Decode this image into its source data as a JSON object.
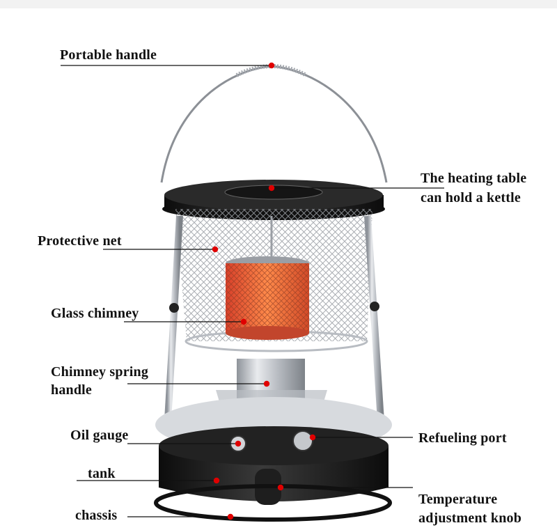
{
  "diagram": {
    "labels": {
      "portable_handle": "Portable handle",
      "heating_table_line1": "The heating table",
      "heating_table_line2": "can hold a kettle",
      "protective_net": "Protective net",
      "glass_chimney": "Glass chimney",
      "chimney_spring_line1": "Chimney spring",
      "chimney_spring_line2": "handle",
      "oil_gauge": "Oil gauge",
      "refueling_port": "Refueling port",
      "tank": "tank",
      "temperature_line1": "Temperature",
      "temperature_line2": "adjustment knob",
      "chassis": "chassis"
    },
    "colors": {
      "leader_line": "#111111",
      "marker_dot": "#e00000",
      "body_black": "#1a1a1a",
      "steel": "#c9ccd1",
      "flame": "#ff6a2a"
    }
  }
}
